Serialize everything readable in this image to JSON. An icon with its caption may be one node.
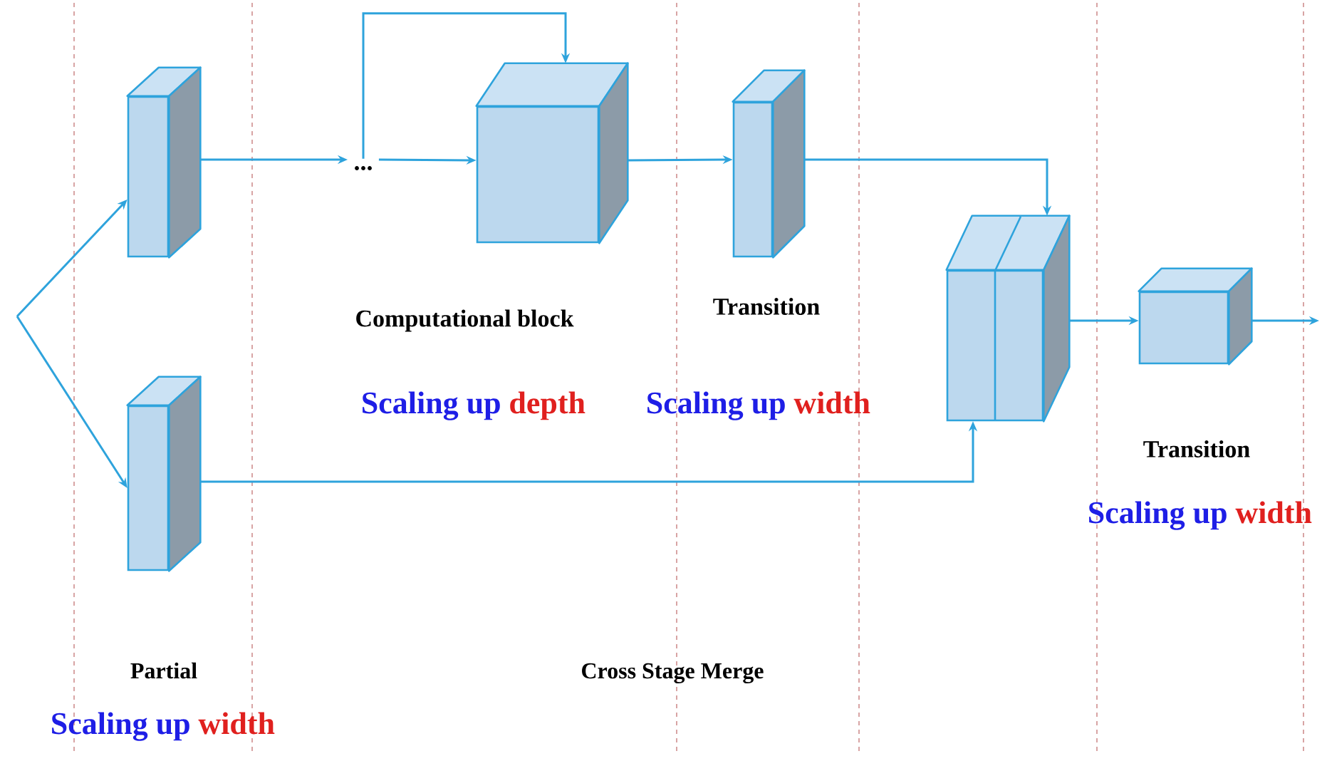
{
  "diagram": {
    "nodes": [
      {
        "text": [],
        "shape": "box"
      },
      {
        "text": [
          "..."
        ]
      },
      {
        "text": [],
        "shape": "box",
        "beside": [
          "Computational block"
        ]
      },
      {
        "text": [],
        "shape": "box",
        "beside": [
          "Transition"
        ]
      },
      {
        "text": [],
        "shape": "box"
      },
      {
        "text": [],
        "shape": "box",
        "beside": [
          "Transition"
        ]
      },
      {
        "text": [],
        "shape": "box"
      }
    ],
    "edges": [
      {
        "from": null,
        "to": 0,
        "arrow": "to"
      },
      {
        "from": null,
        "to": 6,
        "arrow": "to"
      },
      {
        "from": 0,
        "to": 1,
        "arrow": "to"
      },
      {
        "from": 1,
        "to": 2,
        "arrow": "to"
      },
      {
        "from": 1,
        "to": 2,
        "arrow": "to"
      },
      {
        "from": 2,
        "to": 3,
        "arrow": "to"
      },
      {
        "from": 3,
        "to": 4,
        "arrow": "to"
      },
      {
        "from": 6,
        "to": 4,
        "arrow": "to"
      },
      {
        "from": 4,
        "to": 5,
        "arrow": "to"
      },
      {
        "from": 5,
        "to": null,
        "arrow": "to"
      }
    ],
    "labels": [
      "Scaling up",
      "depth",
      "Scaling up",
      "width",
      "Scaling up",
      "width",
      "Partial",
      "Cross Stage Merge",
      "Scaling up",
      "width"
    ]
  }
}
